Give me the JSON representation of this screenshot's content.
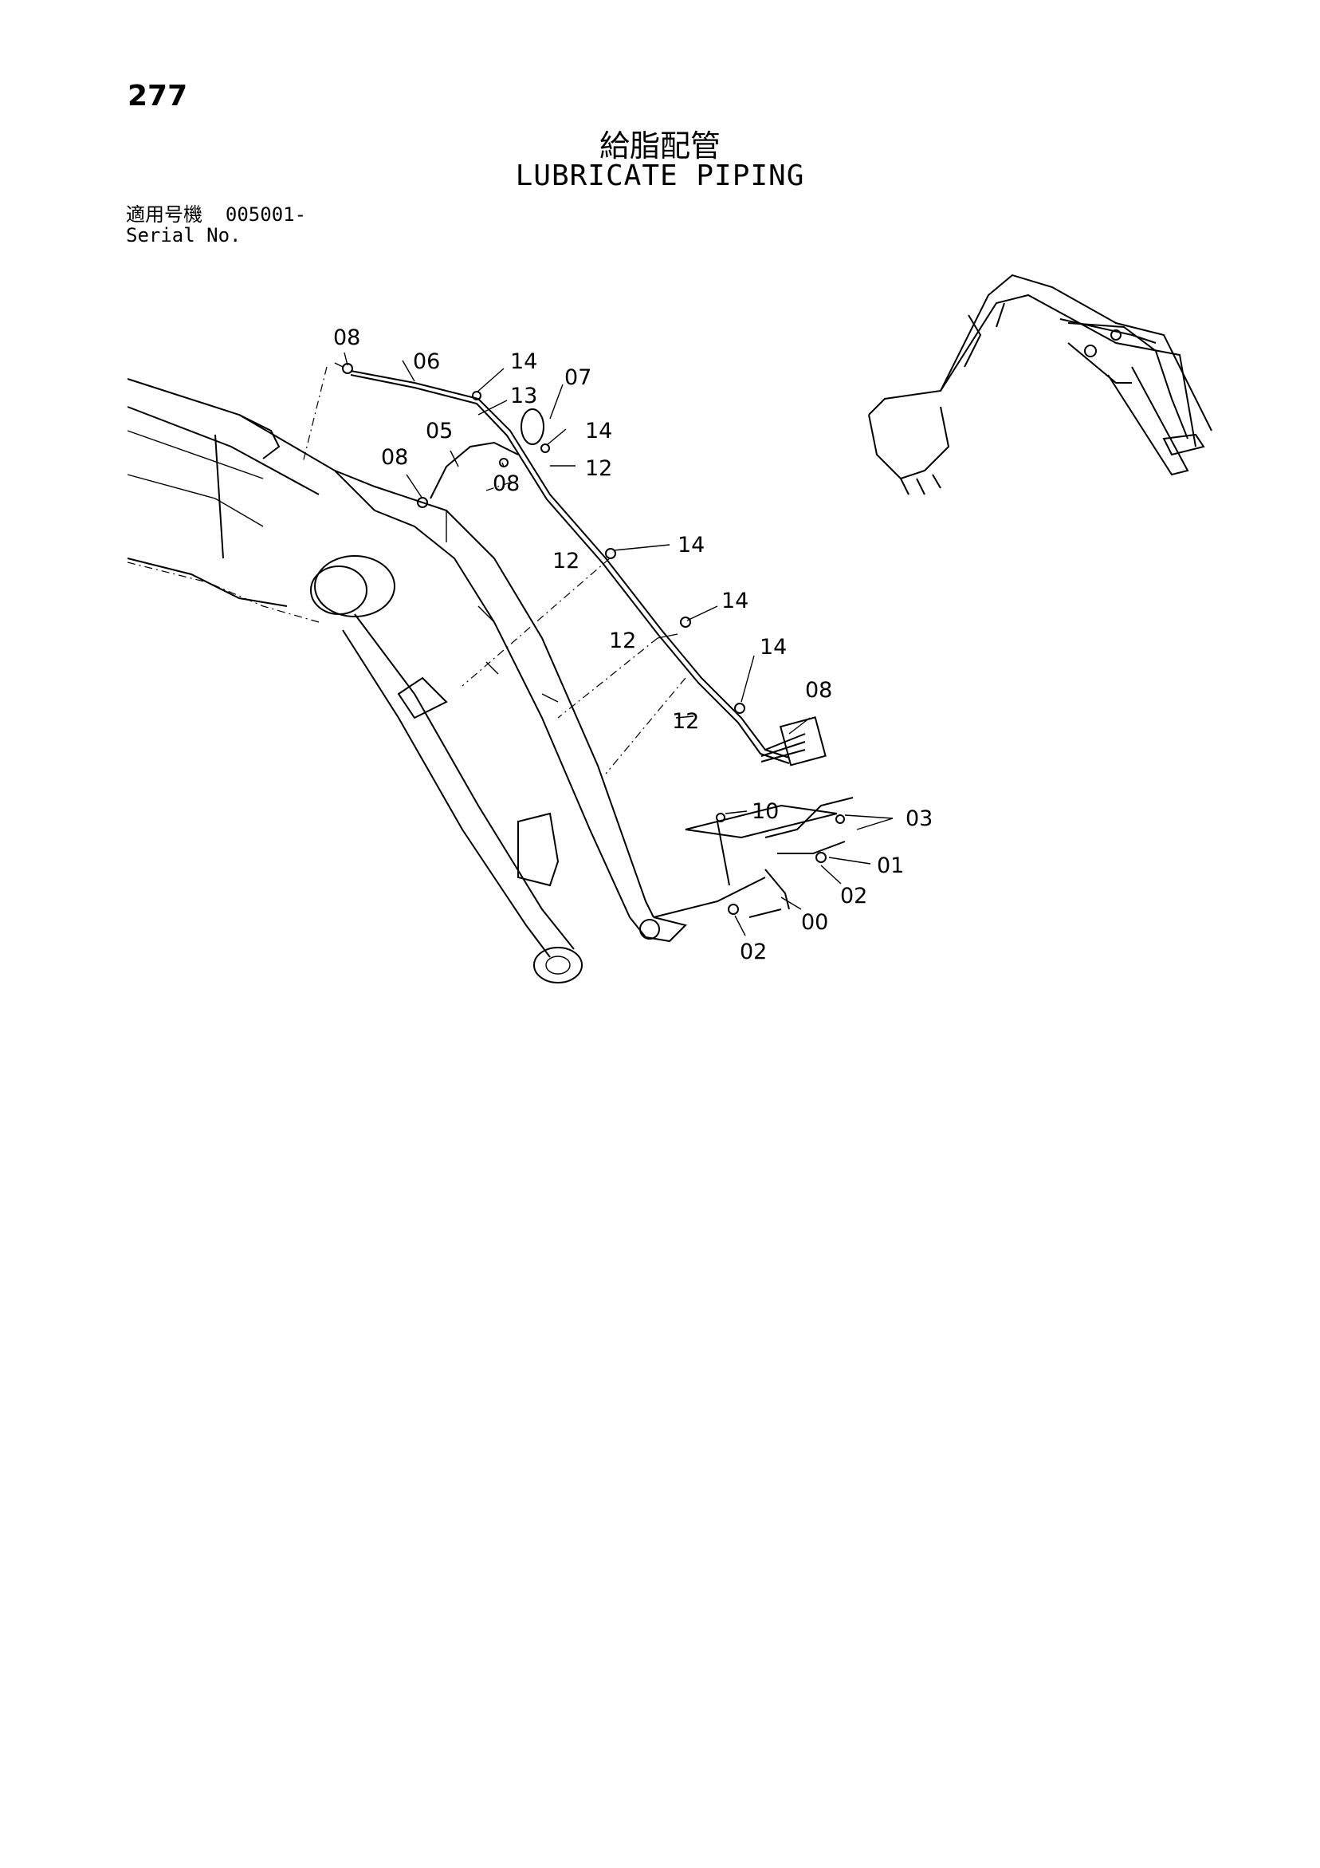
{
  "page": {
    "number": "277",
    "title_jp": "給脂配管",
    "title_en": "LUBRICATE PIPING",
    "serial_label_jp": "適用号機",
    "serial_value": "005001-",
    "serial_label_en": "Serial No."
  },
  "callouts": [
    "08",
    "06",
    "14",
    "07",
    "13",
    "05",
    "14",
    "08",
    "12",
    "08",
    "14",
    "12",
    "14",
    "12",
    "14",
    "12",
    "08",
    "10",
    "03",
    "01",
    "02",
    "00",
    "02"
  ]
}
